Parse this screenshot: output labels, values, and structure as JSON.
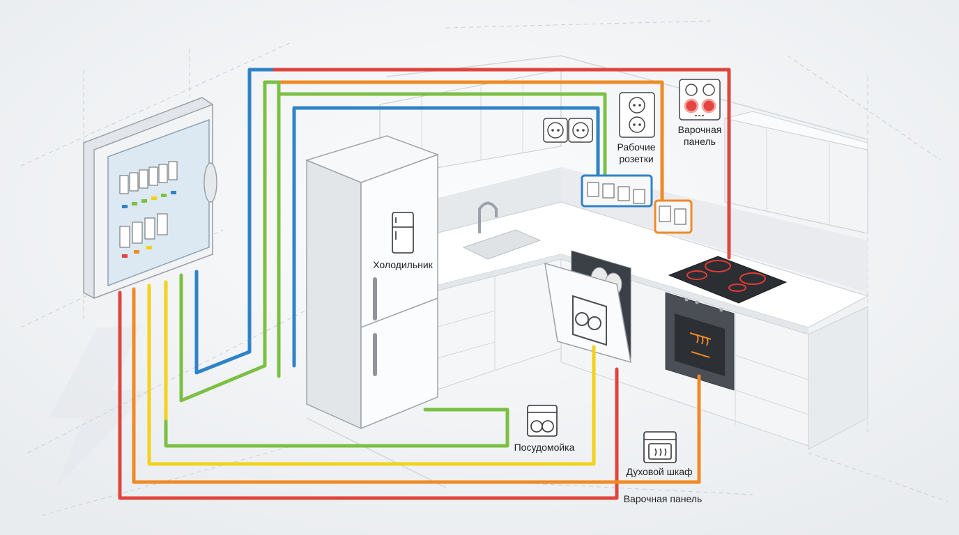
{
  "labels": {
    "fridge": "Холодильник",
    "work_outlets": "Рабочие розетки",
    "hob_top": "Варочная панель",
    "dishwasher": "Посудомойка",
    "oven": "Духовой шкаф",
    "hob_bottom": "Варочная панель"
  },
  "colors": {
    "red": "#e0453c",
    "orange": "#ef8a26",
    "yellow": "#f2d21c",
    "green": "#7cc043",
    "blue": "#2f83c7",
    "background": "#f1f3f5"
  },
  "icons": [
    "fridge-icon",
    "double-outlet-icon",
    "single-outlet-icon",
    "hob-icon",
    "dishwasher-icon",
    "oven-icon",
    "lightning-icon"
  ]
}
